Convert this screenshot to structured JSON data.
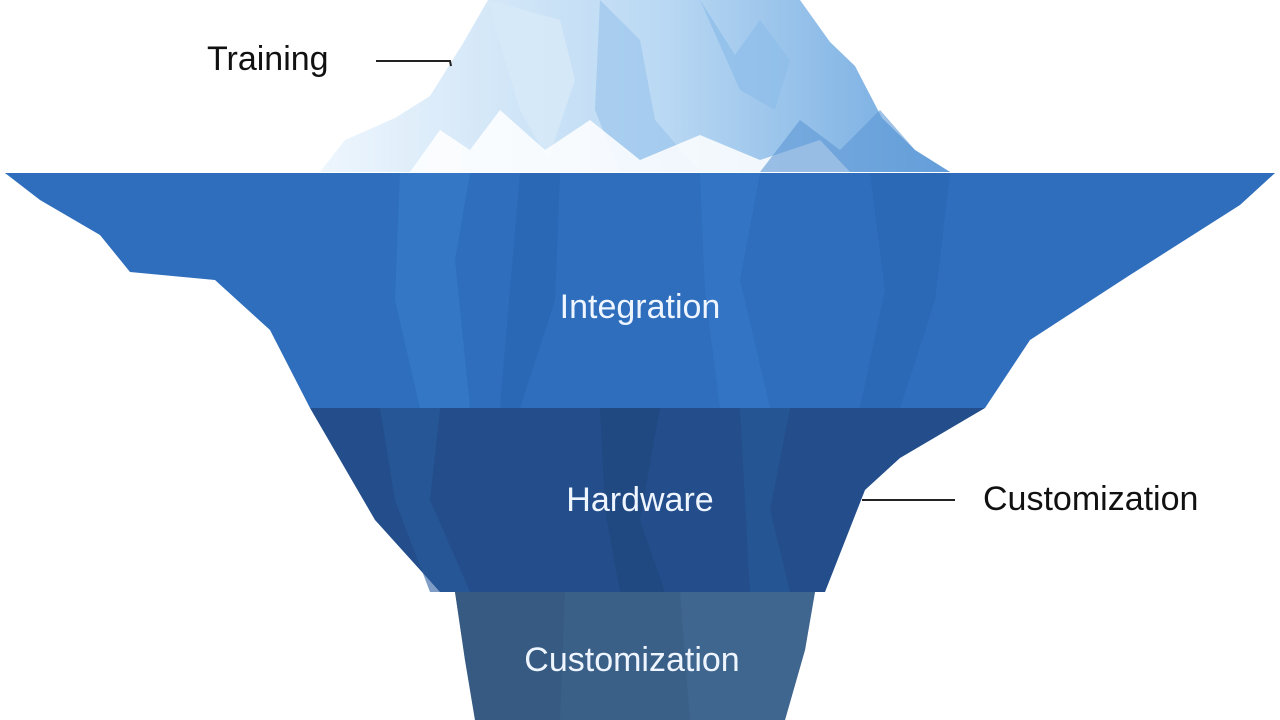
{
  "diagram": {
    "tip_label": "Training",
    "side_label": "Customization",
    "layers": [
      {
        "label": "Integration"
      },
      {
        "label": "Hardware"
      },
      {
        "label": "Customization"
      }
    ]
  },
  "colors": {
    "tip_light": "#e8f3fc",
    "tip_mid": "#a9cdef",
    "tip_shadow": "#6fa6de",
    "layer_1": "#2f6fbe",
    "layer_2": "#244f8c",
    "layer_3": "#3a5f8a",
    "leader_line": "#222222",
    "background": "#ffffff"
  }
}
